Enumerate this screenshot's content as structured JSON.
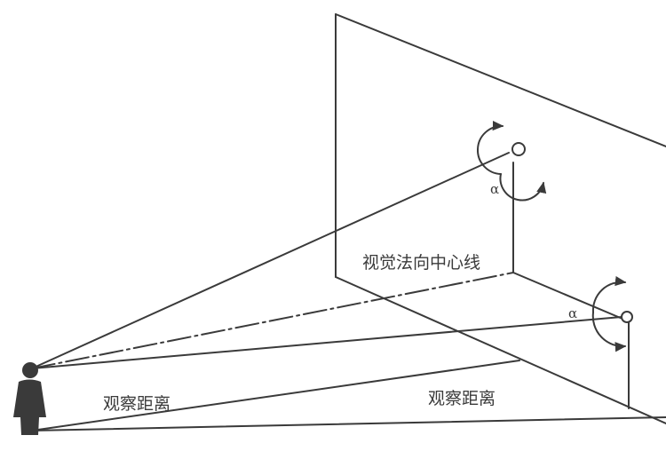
{
  "labels": {
    "normal_line": "视觉法向中心线",
    "distance_left": "观察距离",
    "distance_right": "观察距离",
    "angle_upper": "α",
    "angle_lower": "α"
  },
  "colors": {
    "ink": "#3a3a3a",
    "background": "#ffffff"
  },
  "icons": {
    "viewer": "person-silhouette-icon",
    "target": "circle-target-icon",
    "rotation": "curved-arrow-icon"
  }
}
